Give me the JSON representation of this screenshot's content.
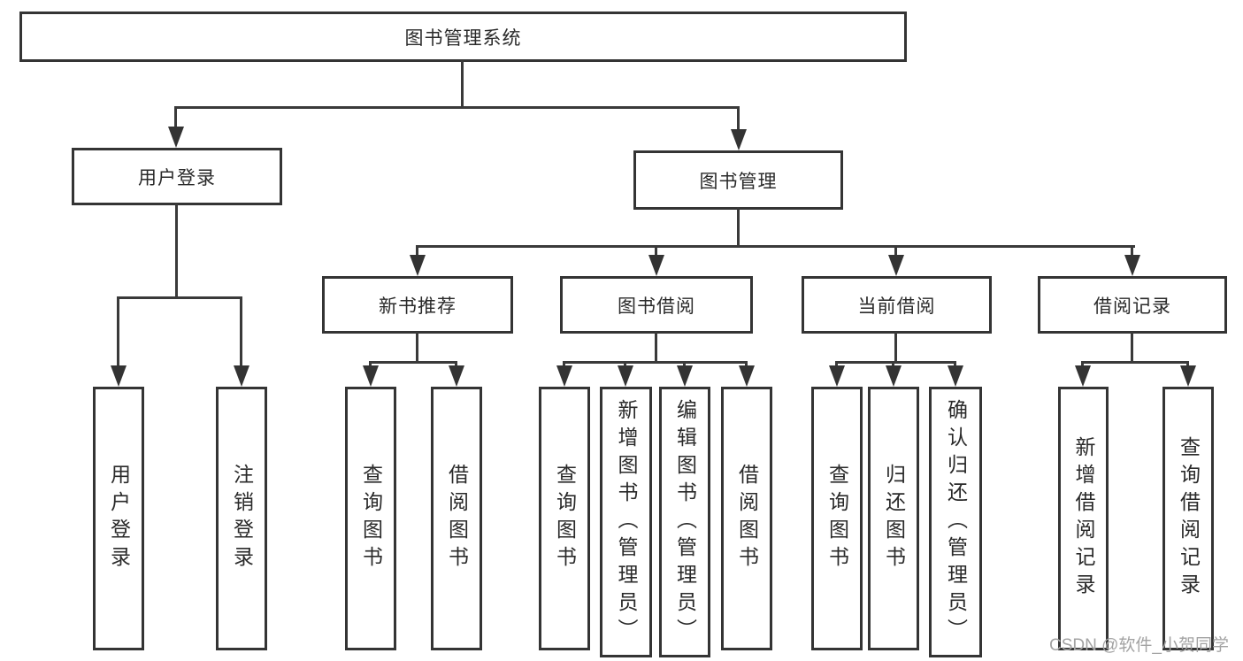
{
  "diagram": {
    "title": "图书管理系统",
    "nodes": {
      "root": "图书管理系统",
      "login": "用户登录",
      "books": "图书管理",
      "newbook": "新书推荐",
      "borrow": "图书借阅",
      "current": "当前借阅",
      "records": "借阅记录"
    },
    "leaves": {
      "login": [
        "用户登录",
        "注销登录"
      ],
      "newbook": [
        "查询图书",
        "借阅图书"
      ],
      "borrow": [
        "查询图书",
        "新增图书（管理员）",
        "编辑图书（管理员）",
        "借阅图书"
      ],
      "current": [
        "查询图书",
        "归还图书",
        "确认归还（管理员）"
      ],
      "records": [
        "新增借阅记录",
        "查询借阅记录"
      ]
    },
    "watermark": "CSDN @软件_小贺同学",
    "colors": {
      "border": "#343434",
      "line": "#3a3a3a",
      "text": "#2a2a2a",
      "watermark": "#a3a3a3",
      "background": "#ffffff"
    }
  }
}
